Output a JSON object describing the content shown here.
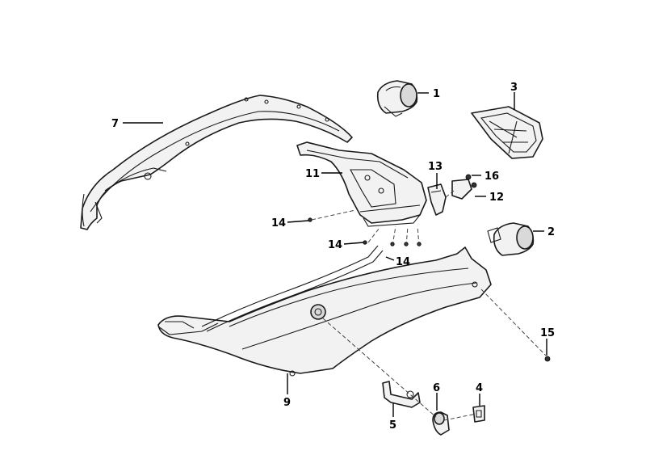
{
  "callouts": {
    "c1": "1",
    "c2": "2",
    "c3": "3",
    "c4": "4",
    "c5": "5",
    "c6": "6",
    "c7": "7",
    "c9": "9",
    "c11": "11",
    "c12": "12",
    "c13": "13",
    "c14a": "14",
    "c14b": "14",
    "c14c": "14",
    "c15": "15",
    "c16": "16"
  }
}
